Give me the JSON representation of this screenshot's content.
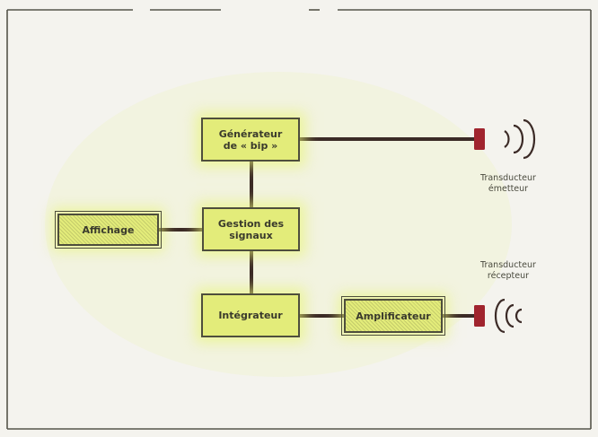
{
  "diagram": {
    "blocks": {
      "generator": "Générateur\nde « bip »",
      "signal_manager": "Gestion des\nsignaux",
      "display": "Affichage",
      "integrator": "Intégrateur",
      "amplifier": "Amplificateur"
    },
    "transducers": {
      "emitter_label": "Transducteur\németteur",
      "receiver_label": "Transducteur\nrécepteur"
    },
    "colors": {
      "block_fill": "#e3ec7a",
      "block_glow": "#eef590",
      "wire": "#3b2a26",
      "transducer": "#a0242e",
      "frame": "#55554a"
    }
  }
}
